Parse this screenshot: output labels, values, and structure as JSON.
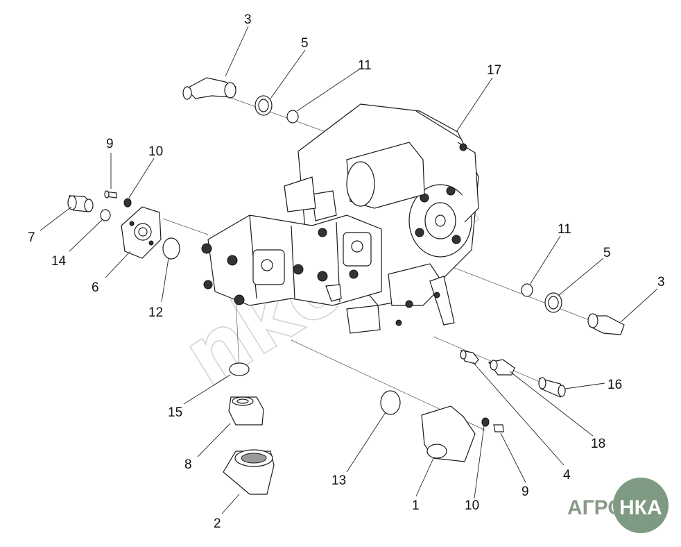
{
  "watermark": "nkotoh",
  "callouts": [
    {
      "id": "c3a",
      "label": "3"
    },
    {
      "id": "c5a",
      "label": "5"
    },
    {
      "id": "c11a",
      "label": "11"
    },
    {
      "id": "c17",
      "label": "17"
    },
    {
      "id": "c9a",
      "label": "9"
    },
    {
      "id": "c10a",
      "label": "10"
    },
    {
      "id": "c7",
      "label": "7"
    },
    {
      "id": "c14",
      "label": "14"
    },
    {
      "id": "c6",
      "label": "6"
    },
    {
      "id": "c12",
      "label": "12"
    },
    {
      "id": "c11b",
      "label": "11"
    },
    {
      "id": "c5b",
      "label": "5"
    },
    {
      "id": "c3b",
      "label": "3"
    },
    {
      "id": "c16",
      "label": "16"
    },
    {
      "id": "c15",
      "label": "15"
    },
    {
      "id": "c8",
      "label": "8"
    },
    {
      "id": "c18",
      "label": "18"
    },
    {
      "id": "c4",
      "label": "4"
    },
    {
      "id": "c13",
      "label": "13"
    },
    {
      "id": "c2",
      "label": "2"
    },
    {
      "id": "c1",
      "label": "1"
    },
    {
      "id": "c10b",
      "label": "10"
    },
    {
      "id": "c9b",
      "label": "9"
    }
  ],
  "logo": {
    "text_left": "АГРО",
    "text_right": "НКА",
    "colors": {
      "text_left": "#8a9a8a",
      "badge": "#7f9a82",
      "text_right": "#ffffff"
    }
  },
  "colors": {
    "line": "#1a1a1a",
    "shade": "#9a9a9a",
    "watermark": "#d4d4d4"
  }
}
